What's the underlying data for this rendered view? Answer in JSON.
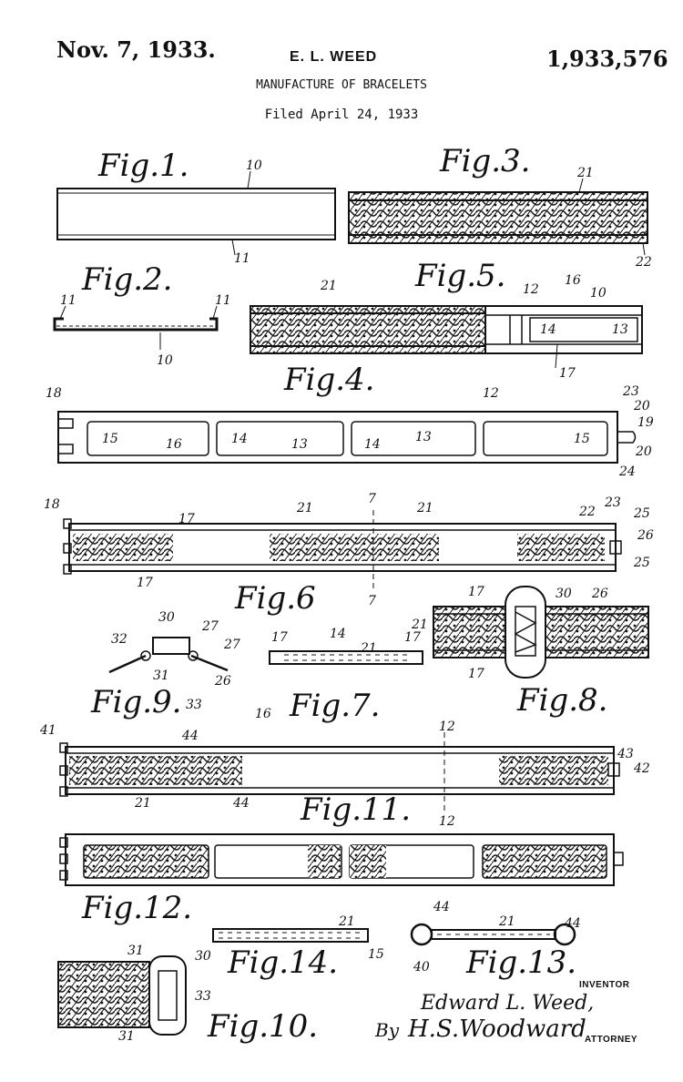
{
  "header": {
    "date": "Nov. 7, 1933.",
    "inventor_name": "E. L. WEED",
    "patent_number": "1,933,576",
    "title": "MANUFACTURE OF BRACELETS",
    "filed": "Filed April 24, 1933"
  },
  "figures": {
    "fig1": "Fig.1.",
    "fig2": "Fig.2.",
    "fig3": "Fig.3.",
    "fig4": "Fig.4.",
    "fig5": "Fig.5.",
    "fig6": "Fig.6",
    "fig7": "Fig.7.",
    "fig8": "Fig.8.",
    "fig9": "Fig.9.",
    "fig10": "Fig.10.",
    "fig11": "Fig.11.",
    "fig12": "Fig.12.",
    "fig13": "Fig.13.",
    "fig14": "Fig.14."
  },
  "refs": {
    "r10": "10",
    "r11": "11",
    "r12": "12",
    "r13": "13",
    "r14": "14",
    "r15": "15",
    "r16": "16",
    "r17": "17",
    "r18": "18",
    "r19": "19",
    "r20": "20",
    "r21": "21",
    "r22": "22",
    "r23": "23",
    "r24": "24",
    "r25": "25",
    "r26": "26",
    "r27": "27",
    "r30": "30",
    "r31": "31",
    "r32": "32",
    "r33": "33",
    "r40": "40",
    "r41": "41",
    "r42": "42",
    "r43": "43",
    "r44": "44",
    "r7": "7",
    "r12b": "12"
  },
  "signature": {
    "inventor_caption": "INVENTOR",
    "inventor_signature": "Edward L. Weed,",
    "by": "By",
    "attorney_signature": "H.S.Woodward",
    "attorney_caption": "ATTORNEY"
  }
}
